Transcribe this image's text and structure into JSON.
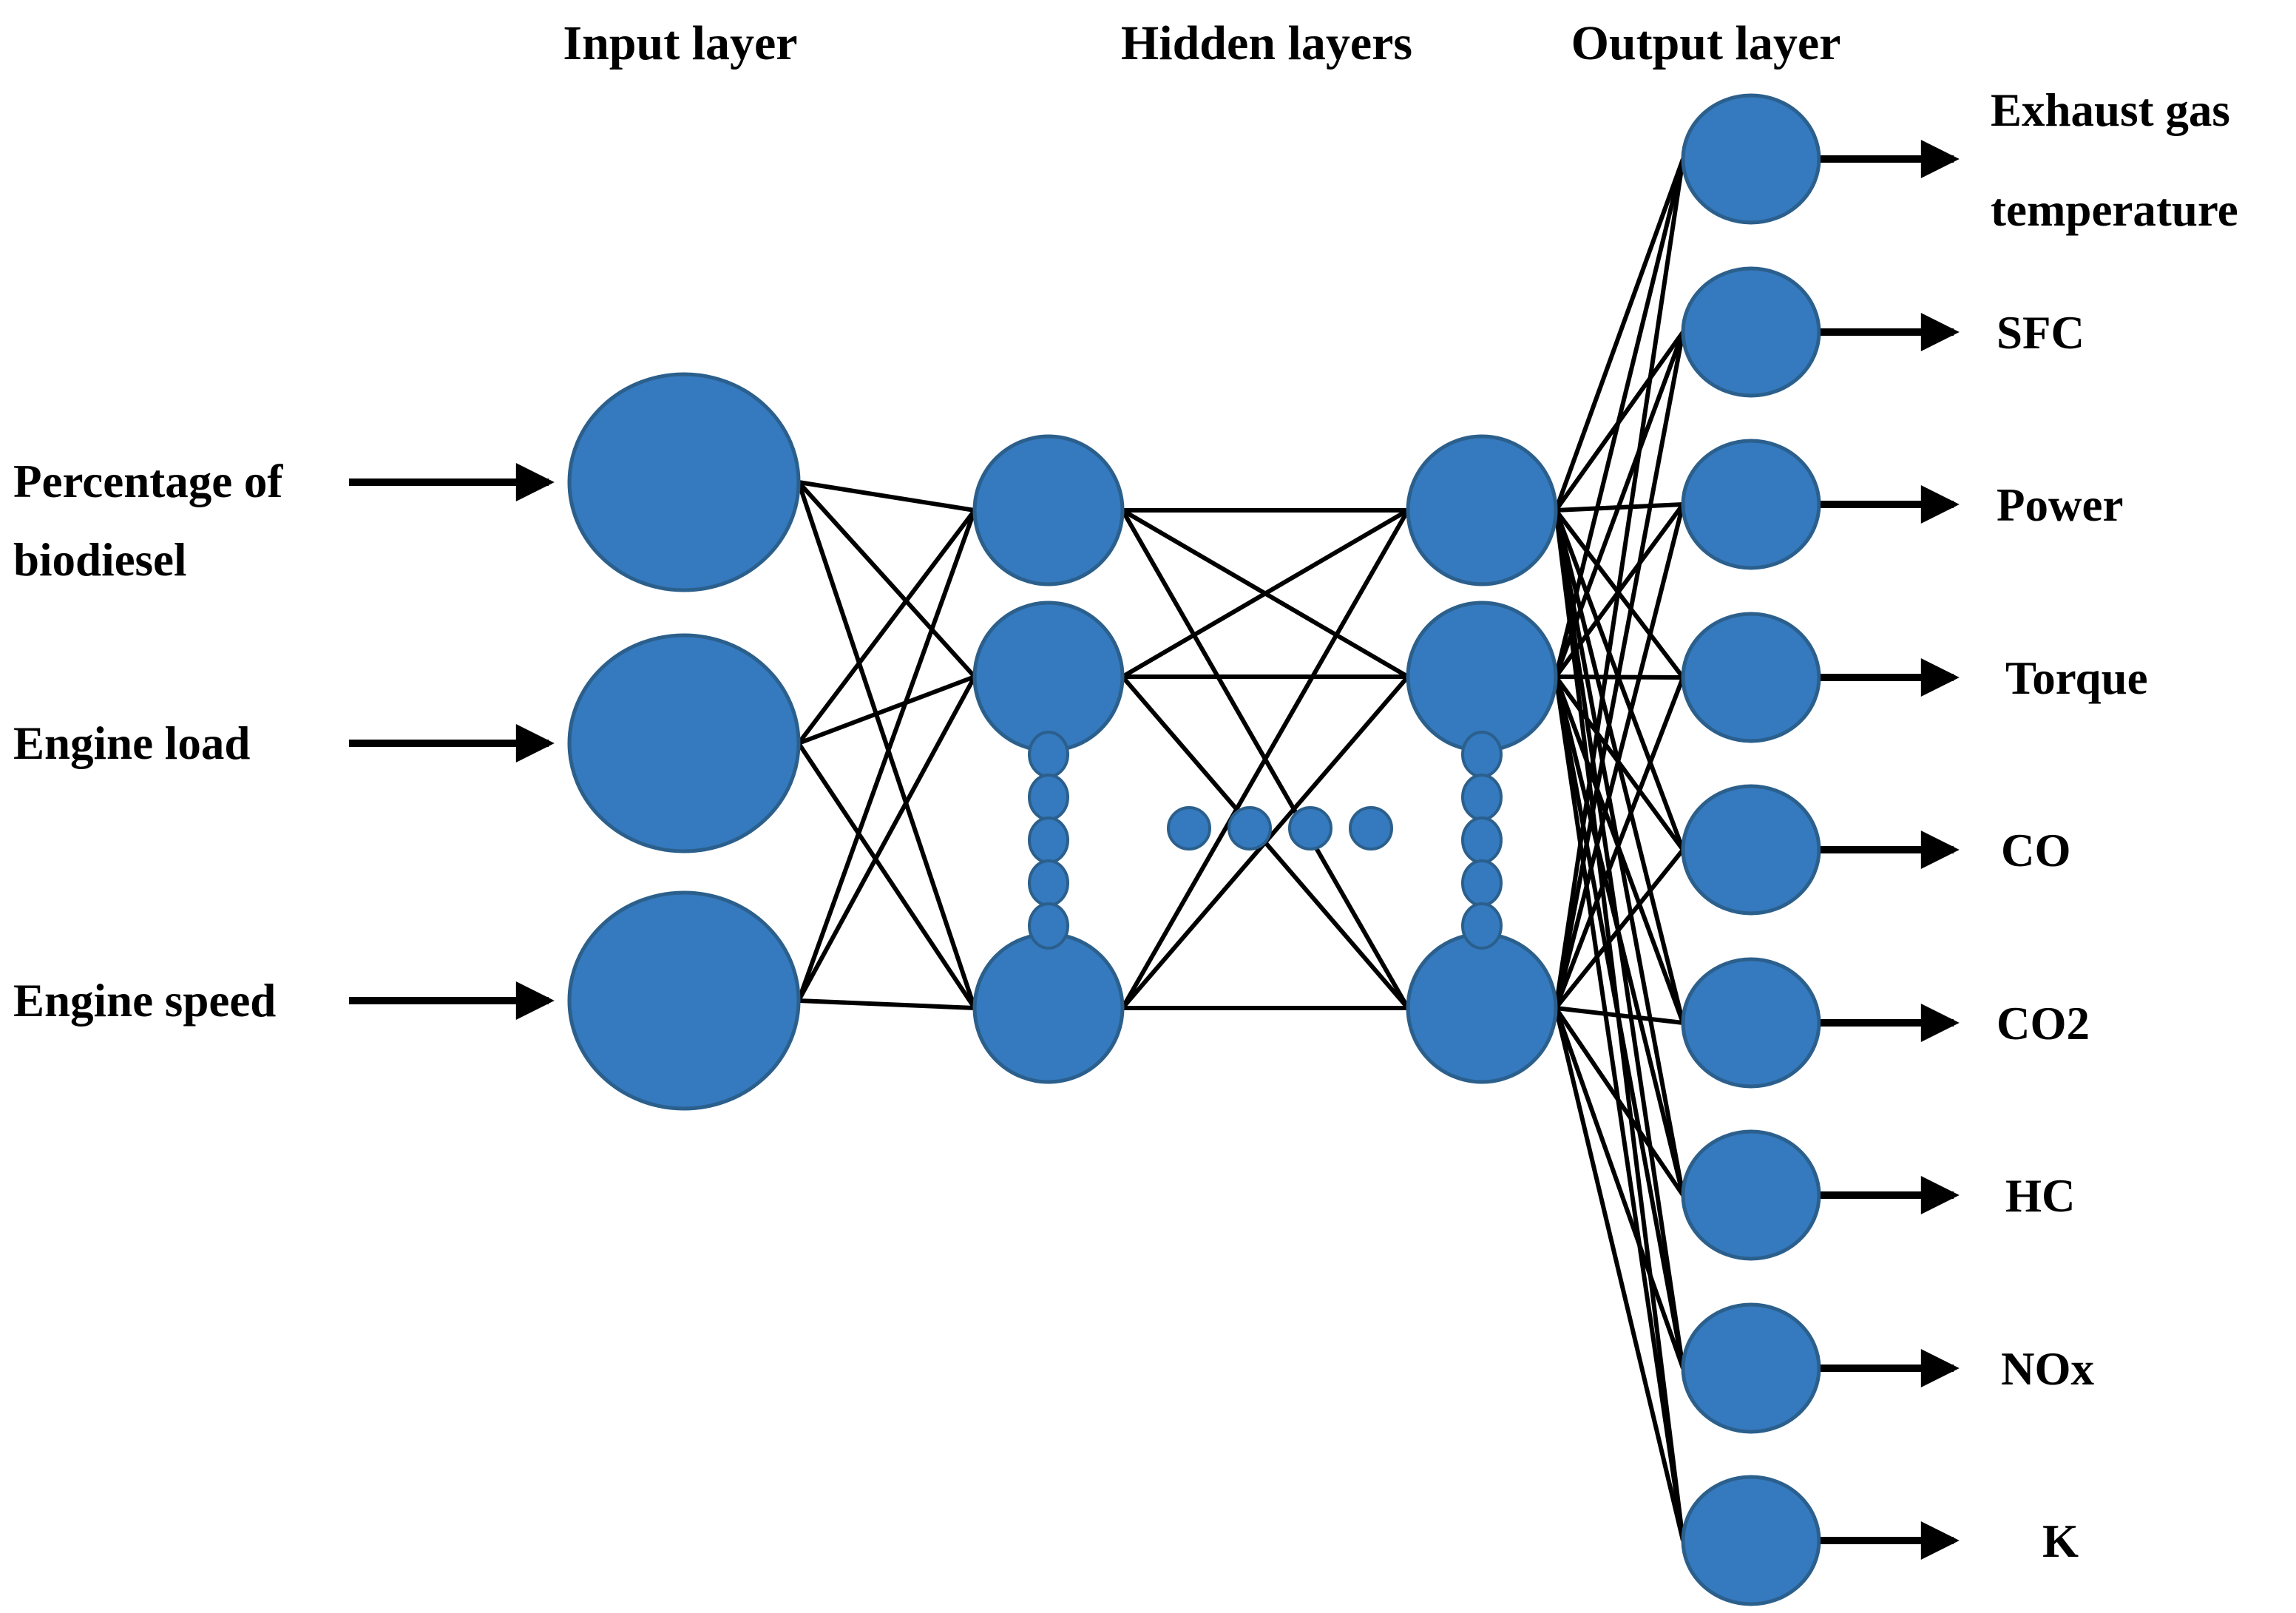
{
  "figure": {
    "background": "#ffffff",
    "titles": {
      "input": "Input layer",
      "hidden": "Hidden layers",
      "output": "Output layer"
    },
    "inputs": [
      {
        "name": "percentage-of-biodiesel",
        "lines": [
          "Percentage of",
          "biodiesel"
        ]
      },
      {
        "name": "engine-load",
        "lines": [
          "Engine load"
        ]
      },
      {
        "name": "engine-speed",
        "lines": [
          "Engine speed"
        ]
      }
    ],
    "outputs": [
      {
        "name": "exhaust-gas-temperature",
        "lines": [
          "Exhaust gas",
          "temperature"
        ]
      },
      {
        "name": "sfc",
        "lines": [
          "SFC"
        ]
      },
      {
        "name": "power",
        "lines": [
          "Power"
        ]
      },
      {
        "name": "torque",
        "lines": [
          "Torque"
        ]
      },
      {
        "name": "co",
        "lines": [
          "CO"
        ]
      },
      {
        "name": "co2",
        "lines": [
          "CO2"
        ]
      },
      {
        "name": "hc",
        "lines": [
          "HC"
        ]
      },
      {
        "name": "nox",
        "lines": [
          "NOx"
        ]
      },
      {
        "name": "k",
        "lines": [
          "K"
        ]
      }
    ],
    "structure": {
      "input_nodes": 3,
      "hidden_columns": 2,
      "hidden_visible_nodes_per_column": 3,
      "hidden_column_ellipsis_dots": 5,
      "hidden_between_ellipsis_dots": 4,
      "output_nodes": 9,
      "connectivity": "full-mesh"
    },
    "colors": {
      "node_fill": "#3579BE",
      "node_stroke": "#2B5F8C",
      "edge": "#000000",
      "arrow": "#000000",
      "text": "#000000"
    }
  }
}
